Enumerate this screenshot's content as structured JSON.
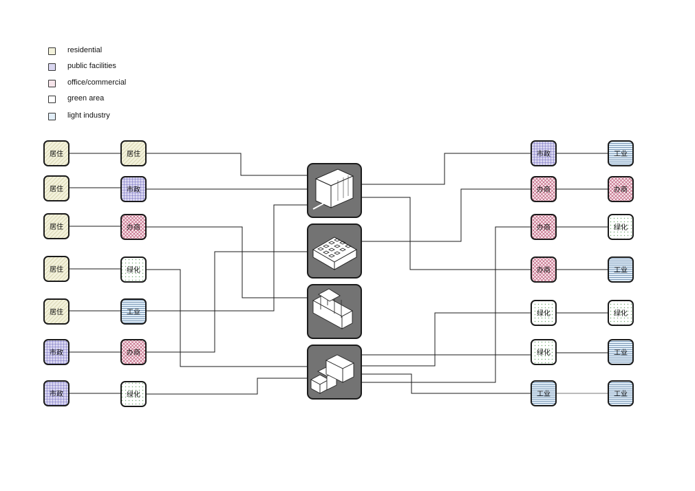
{
  "legend": [
    {
      "label": "residential",
      "pattern": "pat-residential"
    },
    {
      "label": "public facilities",
      "pattern": "pat-public"
    },
    {
      "label": "office/commercial",
      "pattern": "pat-office"
    },
    {
      "label": "green area",
      "pattern": "pat-green"
    },
    {
      "label": "light industry",
      "pattern": "pat-industry"
    }
  ],
  "categories": {
    "residential": {
      "fill": "#f3f2dc",
      "line": "#c9c496"
    },
    "public": {
      "fill": "#d9d6f0",
      "line": "#5b55b5"
    },
    "office": {
      "fill": "#f6e4ea",
      "line": "#b8506e"
    },
    "green": {
      "fill": "#ffffff",
      "line": "#6aa86a"
    },
    "industry": {
      "fill": "#e2eef8",
      "line": "#6e8eb0"
    }
  },
  "left_outer": [
    {
      "label": "居住",
      "cat": "residential"
    },
    {
      "label": "居住",
      "cat": "residential"
    },
    {
      "label": "居住",
      "cat": "residential"
    },
    {
      "label": "居住",
      "cat": "residential"
    },
    {
      "label": "居住",
      "cat": "residential"
    },
    {
      "label": "市政",
      "cat": "public"
    },
    {
      "label": "市政",
      "cat": "public"
    }
  ],
  "left_inner": [
    {
      "label": "居住",
      "cat": "residential"
    },
    {
      "label": "市政",
      "cat": "public"
    },
    {
      "label": "办商",
      "cat": "office"
    },
    {
      "label": "绿化",
      "cat": "green"
    },
    {
      "label": "工业",
      "cat": "industry"
    },
    {
      "label": "办商",
      "cat": "office"
    },
    {
      "label": "绿化",
      "cat": "green"
    }
  ],
  "right_inner": [
    {
      "label": "市政",
      "cat": "public"
    },
    {
      "label": "办商",
      "cat": "office"
    },
    {
      "label": "办商",
      "cat": "office"
    },
    {
      "label": "办商",
      "cat": "office"
    },
    {
      "label": "绿化",
      "cat": "green"
    },
    {
      "label": "绿化",
      "cat": "green"
    },
    {
      "label": "工业",
      "cat": "industry"
    }
  ],
  "right_outer": [
    {
      "label": "工业",
      "cat": "industry"
    },
    {
      "label": "办商",
      "cat": "office"
    },
    {
      "label": "绿化",
      "cat": "green"
    },
    {
      "label": "工业",
      "cat": "industry"
    },
    {
      "label": "绿化",
      "cat": "green"
    },
    {
      "label": "工业",
      "cat": "industry"
    },
    {
      "label": "工业",
      "cat": "industry"
    }
  ],
  "centers": [
    {
      "icon": "slab-building-icon"
    },
    {
      "icon": "grid-courtyard-building-icon"
    },
    {
      "icon": "parallel-bars-building-icon"
    },
    {
      "icon": "stepped-terrace-building-icon"
    }
  ],
  "colors": {
    "center_fill": "#737373",
    "stroke": "#1a1a1a"
  }
}
